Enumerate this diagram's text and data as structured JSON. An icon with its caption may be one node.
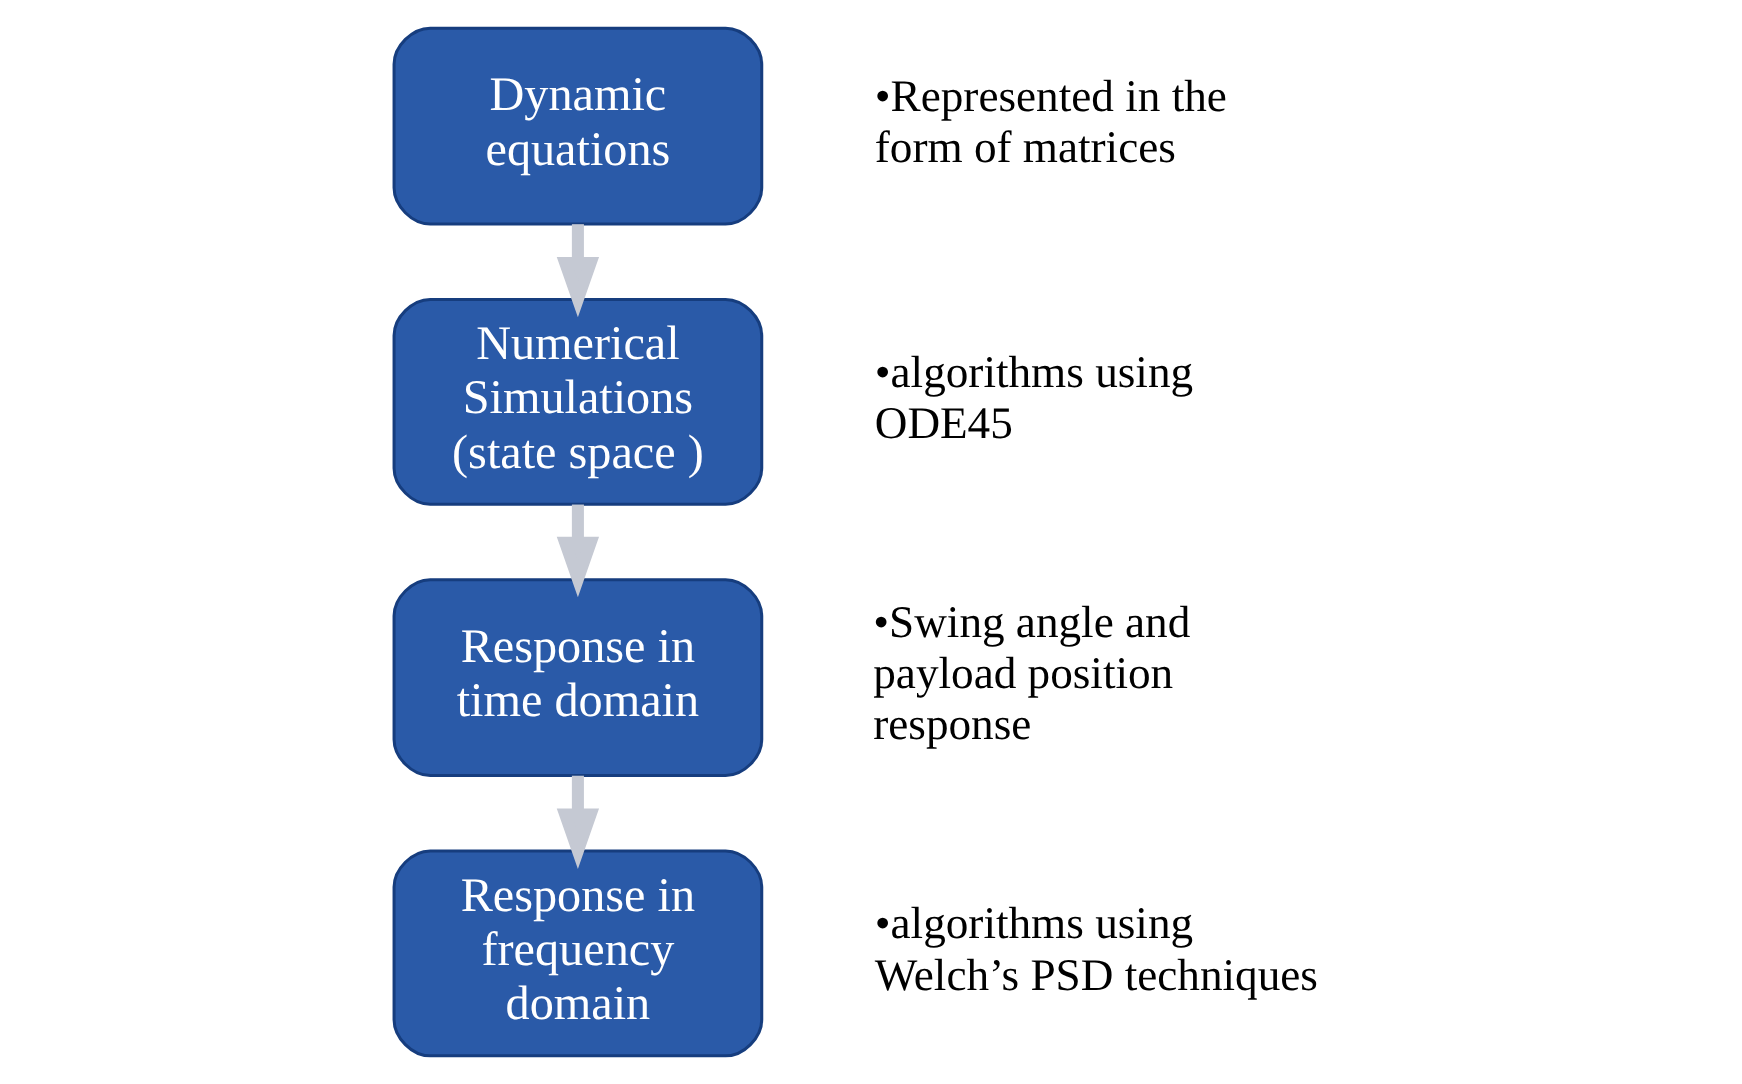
{
  "diagram": {
    "nodes": [
      {
        "text": [
          "Dynamic equations"
        ],
        "beside": [
          "•Represented in the form of matrices"
        ]
      },
      {
        "text": [
          "Numerical Simulations (state space )"
        ],
        "beside": [
          "•algorithms using ODE45"
        ]
      },
      {
        "text": [
          "Response in time domain"
        ],
        "beside": [
          "•Swing angle and payload position response"
        ]
      },
      {
        "text": [
          "Response in frequency domain"
        ],
        "beside": [
          "•algorithms using Welch’s PSD techniques"
        ]
      }
    ],
    "edges": [
      {
        "from": 0,
        "to": 1,
        "arrow": "to"
      },
      {
        "from": 1,
        "to": 2,
        "arrow": "to"
      },
      {
        "from": 2,
        "to": 3,
        "arrow": "to"
      }
    ]
  }
}
